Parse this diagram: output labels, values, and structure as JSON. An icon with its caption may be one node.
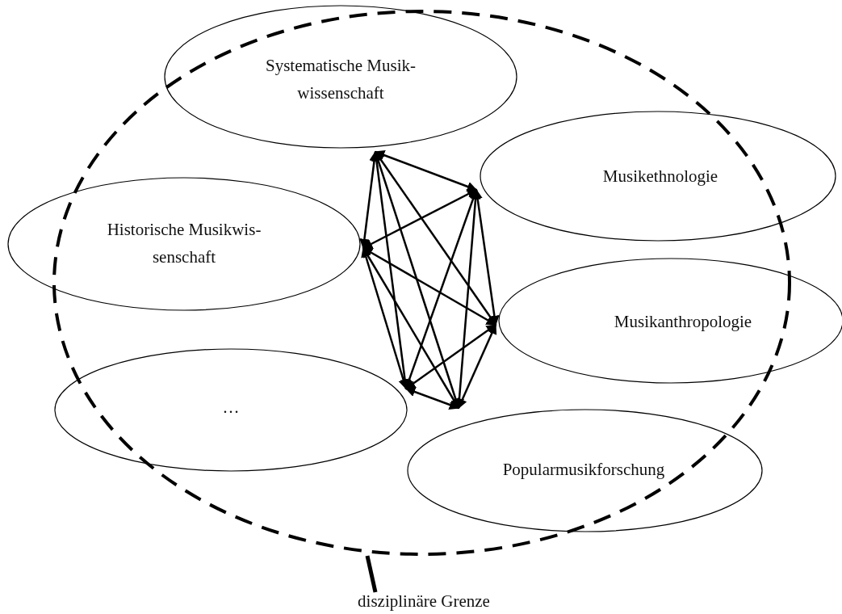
{
  "diagram": {
    "nodes": [
      {
        "text": [],
        "shape": "circle"
      },
      {
        "text": [
          "Systematische Musik- wissenschaft"
        ],
        "in": 0
      },
      {
        "text": [
          "Musikethnologie"
        ],
        "in": 0
      },
      {
        "text": [
          "Historische Musikwis- senschaft"
        ],
        "in": 0
      },
      {
        "text": [
          "Musikanthropologie"
        ],
        "in": 0
      },
      {
        "text": [
          "…"
        ],
        "in": 0
      },
      {
        "text": [
          "Popularmusikforschung"
        ],
        "in": 0
      },
      {
        "text": [
          "disziplinäre Grenze"
        ]
      }
    ],
    "edges": [
      {
        "from": 1,
        "to": 2,
        "arrow": "both"
      },
      {
        "from": 1,
        "to": 3,
        "arrow": "both"
      },
      {
        "from": 1,
        "to": 4,
        "arrow": "both"
      },
      {
        "from": 1,
        "to": 5,
        "arrow": "both"
      },
      {
        "from": 1,
        "to": 6,
        "arrow": "both"
      },
      {
        "from": 2,
        "to": 3,
        "arrow": "both"
      },
      {
        "from": 2,
        "to": 4,
        "arrow": "both"
      },
      {
        "from": 2,
        "to": 5,
        "arrow": "both"
      },
      {
        "from": 2,
        "to": 6,
        "arrow": "both"
      },
      {
        "from": 3,
        "to": 4,
        "arrow": "both"
      },
      {
        "from": 3,
        "to": 5,
        "arrow": "both"
      },
      {
        "from": 3,
        "to": 6,
        "arrow": "both"
      },
      {
        "from": 4,
        "to": 5,
        "arrow": "both"
      },
      {
        "from": 4,
        "to": 6,
        "arrow": "both"
      },
      {
        "from": 5,
        "to": 6,
        "arrow": "both"
      },
      {
        "from": 7,
        "to": 0,
        "arrow": "none",
        "style": "thick"
      }
    ]
  }
}
